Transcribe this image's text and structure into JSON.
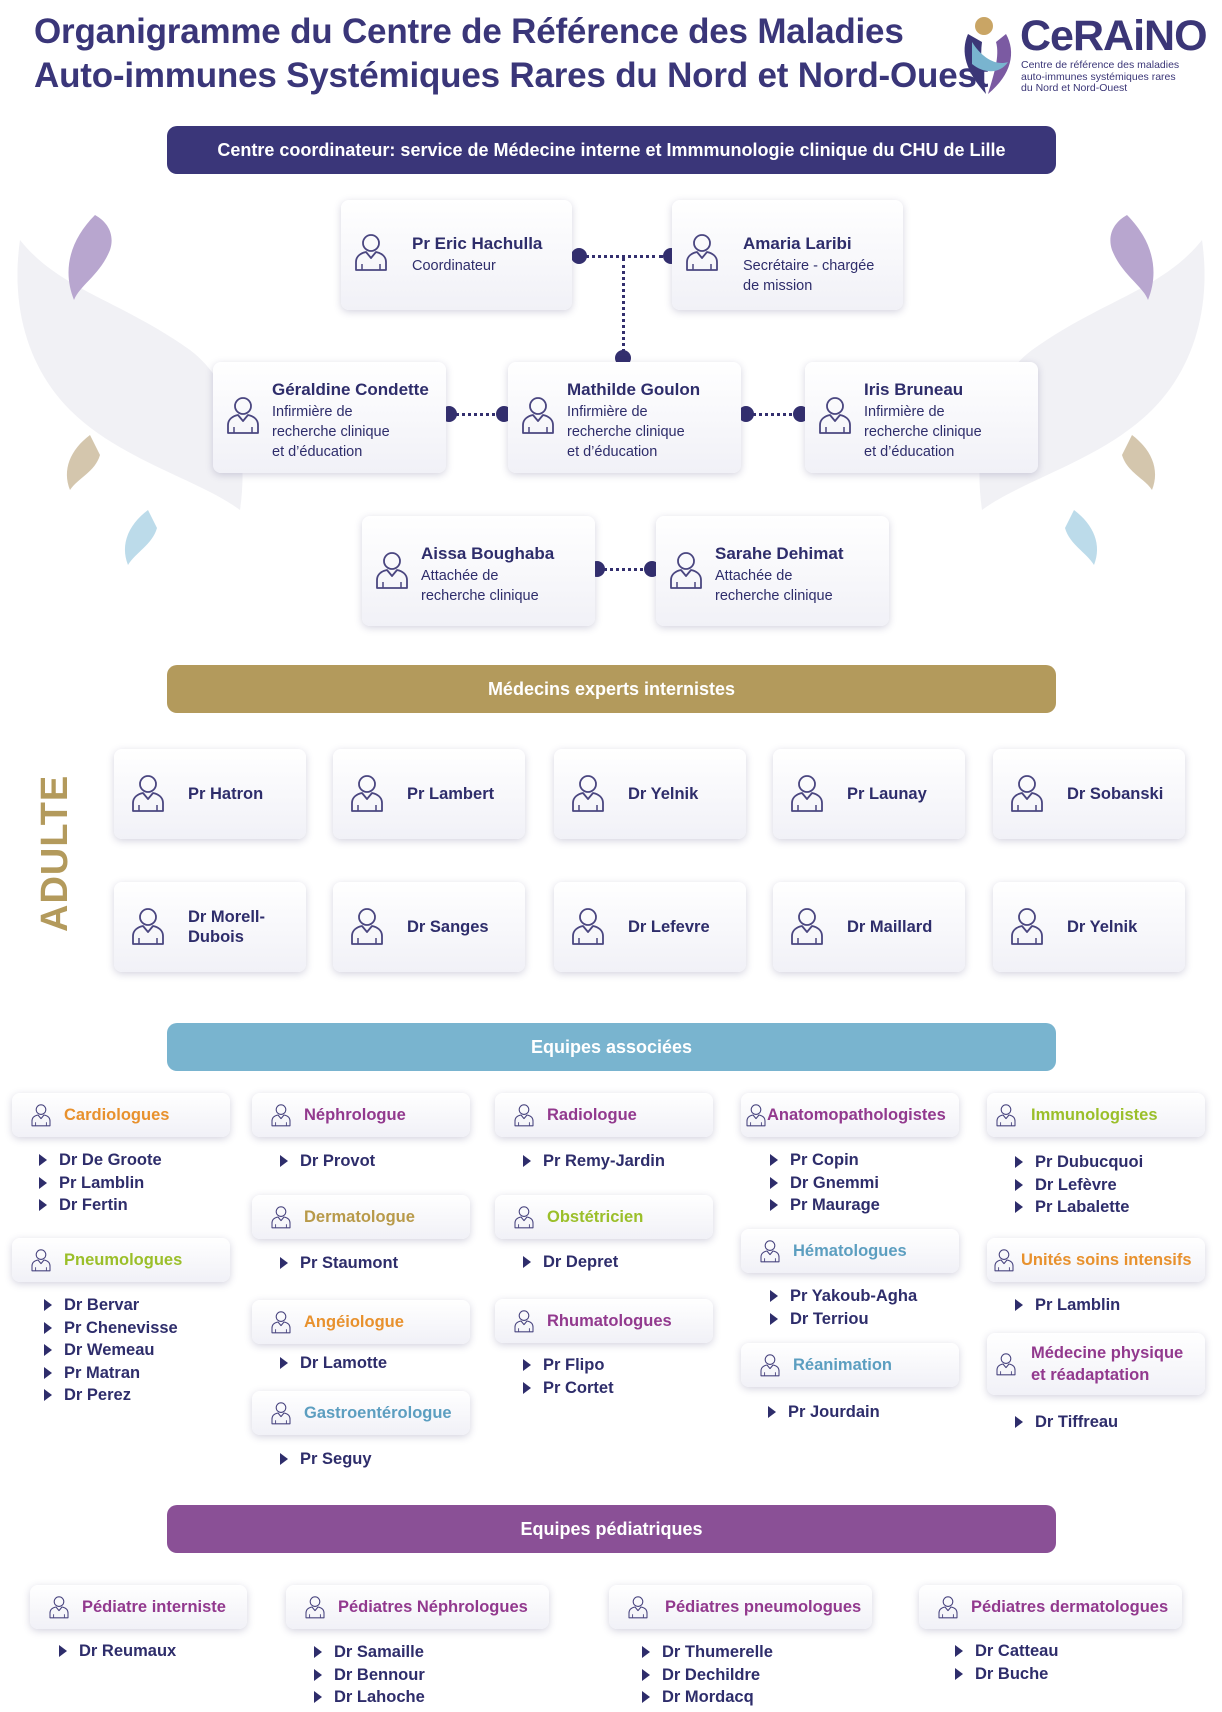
{
  "header": {
    "title_line1": "Organigramme du Centre de Référence des Maladies",
    "title_line2": "Auto-immunes Systémiques Rares du Nord et Nord-Ouest",
    "logo_name": "CeRAiNO",
    "logo_sub1": "Centre de référence des maladies",
    "logo_sub2": "auto-immunes systémiques rares",
    "logo_sub3": "du Nord et Nord-Ouest"
  },
  "colors": {
    "navy": "#3a3679",
    "gold": "#b39a5c",
    "teal": "#79b4cf",
    "purple": "#8a5096",
    "orange": "#e8912d",
    "purple_label": "#92398e",
    "green": "#9bbf2a",
    "blue_label": "#5c9ec0",
    "gold_label": "#b89a4a"
  },
  "banners": {
    "coordinator": "Centre coordinateur: service de Médecine interne et Immmunologie clinique du CHU de Lille",
    "experts": "Médecins experts internistes",
    "associated": "Equipes associées",
    "pediatric": "Equipes pédiatriques"
  },
  "staff": {
    "hachulla": {
      "name": "Pr Eric Hachulla",
      "role1": "Coordinateur"
    },
    "laribi": {
      "name": "Amaria Laribi",
      "role1": "Secrétaire - chargée",
      "role2": "de mission"
    },
    "condette": {
      "name": "Géraldine Condette",
      "role1": "Infirmière de",
      "role2": "recherche clinique",
      "role3": "et d’éducation"
    },
    "goulon": {
      "name": "Mathilde Goulon",
      "role1": "Infirmière de",
      "role2": "recherche clinique",
      "role3": "et d’éducation"
    },
    "bruneau": {
      "name": "Iris Bruneau",
      "role1": "Infirmière de",
      "role2": "recherche clinique",
      "role3": "et d’éducation"
    },
    "boughaba": {
      "name": "Aissa Boughaba",
      "role1": "Attachée de",
      "role2": "recherche clinique"
    },
    "dehimat": {
      "name": "Sarahe Dehimat",
      "role1": "Attachée de",
      "role2": "recherche clinique"
    }
  },
  "adulte_label": "ADULTE",
  "experts": [
    "Pr Hatron",
    "Pr Lambert",
    "Dr Yelnik",
    "Pr Launay",
    "Dr Sobanski",
    "Dr Morell-Dubois",
    "Dr Sanges",
    "Dr Lefevre",
    "Dr Maillard",
    "Dr Yelnik"
  ],
  "specialties": {
    "cardio": {
      "label": "Cardiologues",
      "doctors": [
        "Dr De Groote",
        "Pr Lamblin",
        "Dr Fertin"
      ]
    },
    "pneumo": {
      "label": "Pneumologues",
      "doctors": [
        "Dr Bervar",
        "Pr Chenevisse",
        "Dr Wemeau",
        "Pr Matran",
        "Dr Perez"
      ]
    },
    "nephro": {
      "label": "Néphrologue",
      "doctors": [
        "Dr Provot"
      ]
    },
    "dermato": {
      "label": "Dermatologue",
      "doctors": [
        "Pr Staumont"
      ]
    },
    "angeio": {
      "label": "Angéiologue",
      "doctors": [
        "Dr Lamotte"
      ]
    },
    "gastro": {
      "label": "Gastroentérologue",
      "doctors": [
        "Pr Seguy"
      ]
    },
    "radio": {
      "label": "Radiologue",
      "doctors": [
        "Pr Remy-Jardin"
      ]
    },
    "obstet": {
      "label": "Obstétricien",
      "doctors": [
        "Dr Depret"
      ]
    },
    "rhumato": {
      "label": "Rhumatologues",
      "doctors": [
        "Pr Flipo",
        "Pr Cortet"
      ]
    },
    "anapath": {
      "label": "Anatomopathologistes",
      "doctors": [
        "Pr Copin",
        "Dr Gnemmi",
        "Pr Maurage"
      ]
    },
    "hemato": {
      "label": "Hématologues",
      "doctors": [
        "Pr Yakoub-Agha",
        "Dr Terriou"
      ]
    },
    "reanim": {
      "label": "Réanimation",
      "doctors": [
        "Pr Jourdain"
      ]
    },
    "immuno": {
      "label": "Immunologistes",
      "doctors": [
        "Pr Dubucquoi",
        "Dr Lefèvre",
        "Pr Labalette"
      ]
    },
    "usi": {
      "label": "Unités soins intensifs",
      "doctors": [
        "Pr Lamblin"
      ]
    },
    "mpr": {
      "label1": "Médecine physique",
      "label2": "et réadaptation",
      "doctors": [
        "Dr Tiffreau"
      ]
    }
  },
  "pediatric": {
    "interniste": {
      "label": "Pédiatre interniste",
      "doctors": [
        "Dr Reumaux"
      ]
    },
    "nephro": {
      "label": "Pédiatres Néphrologues",
      "doctors": [
        "Dr Samaille",
        "Dr Bennour",
        "Dr Lahoche"
      ]
    },
    "pneumo": {
      "label": "Pédiatres pneumologues",
      "doctors": [
        "Dr Thumerelle",
        "Dr Dechildre",
        "Dr Mordacq"
      ]
    },
    "dermato": {
      "label": "Pédiatres dermatologues",
      "doctors": [
        "Dr Catteau",
        "Dr Buche"
      ]
    }
  }
}
